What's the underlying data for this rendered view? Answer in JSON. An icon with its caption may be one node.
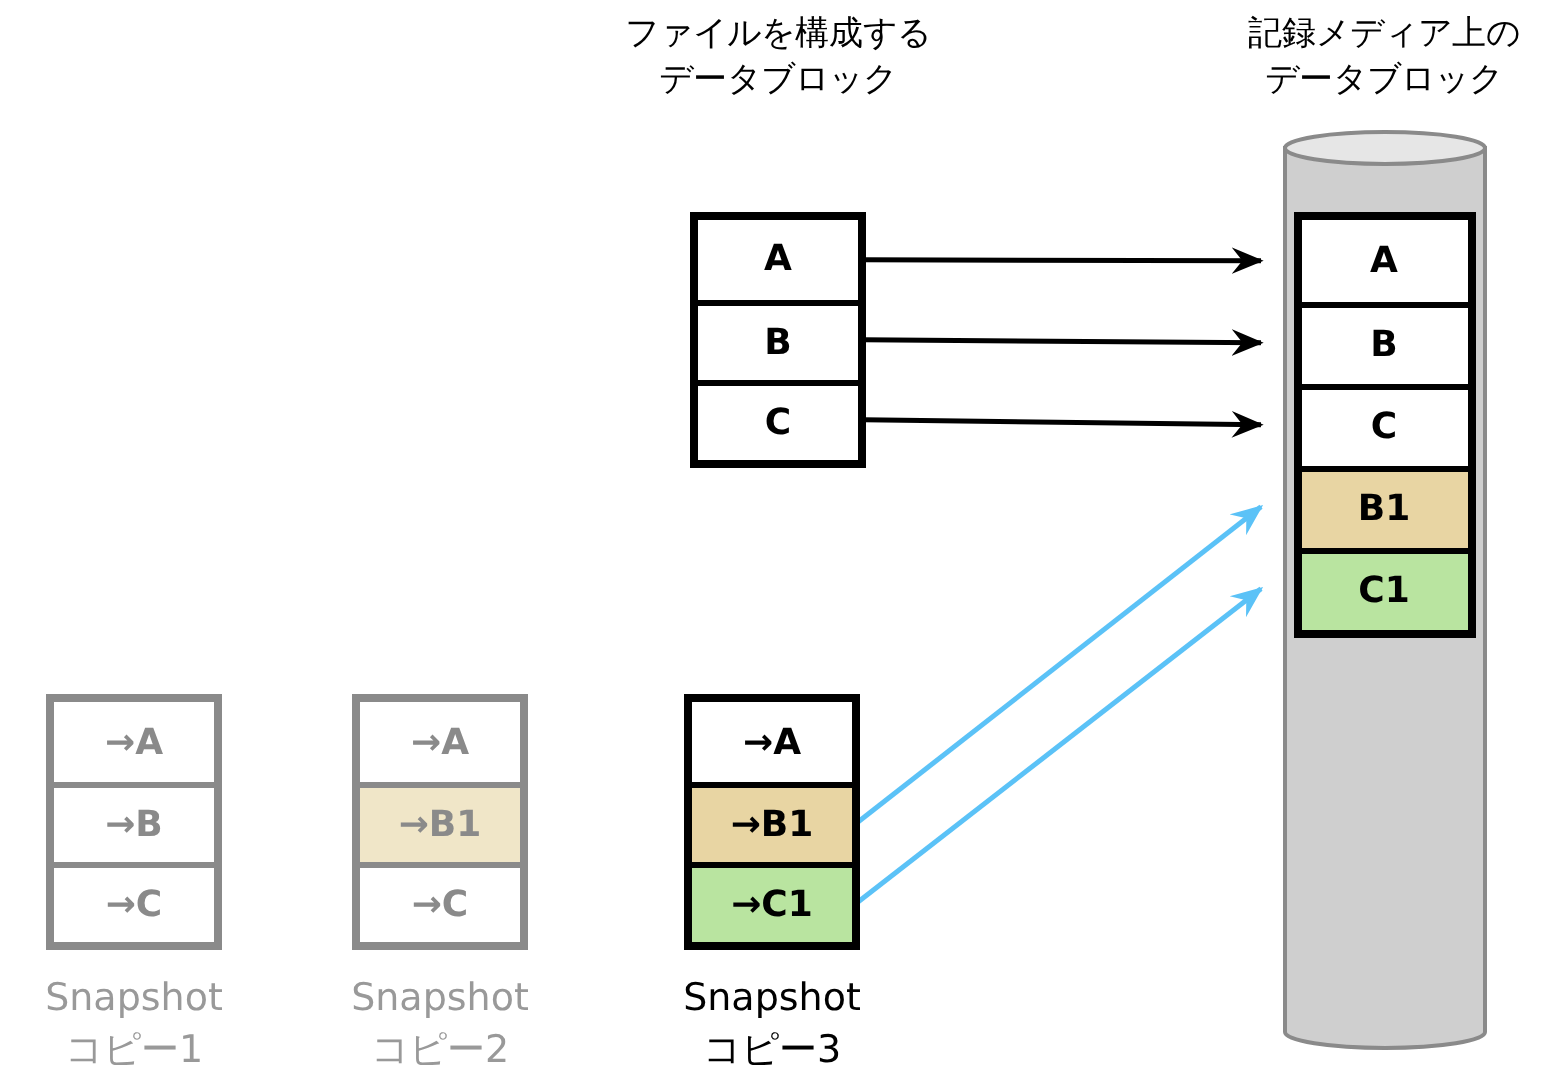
{
  "diagram": {
    "nodes": [
      {
        "text": [
          "ファイルを構成するデータブロック"
        ]
      },
      {
        "text": [
          "A"
        ],
        "in": 0
      },
      {
        "text": [
          "B"
        ],
        "in": 0
      },
      {
        "text": [
          "C"
        ],
        "in": 0
      },
      {
        "text": [
          "記録メディア上のデータブロック"
        ]
      },
      {
        "text": [
          "A"
        ],
        "in": 4
      },
      {
        "text": [
          "B"
        ],
        "in": 4
      },
      {
        "text": [
          "C"
        ],
        "in": 4
      },
      {
        "text": [
          "B1"
        ],
        "in": 4
      },
      {
        "text": [
          "C1"
        ],
        "in": 4
      },
      {
        "text": [
          "Snapshot コピー1"
        ]
      },
      {
        "text": [
          "→A"
        ],
        "in": 10
      },
      {
        "text": [
          "→B"
        ],
        "in": 10
      },
      {
        "text": [
          "→C"
        ],
        "in": 10
      },
      {
        "text": [
          "Snapshot コピー2"
        ]
      },
      {
        "text": [
          "→A"
        ],
        "in": 14
      },
      {
        "text": [
          "→B1"
        ],
        "in": 14
      },
      {
        "text": [
          "→C"
        ],
        "in": 14
      },
      {
        "text": [
          "Snapshot コピー3"
        ]
      },
      {
        "text": [
          "→A"
        ],
        "in": 18
      },
      {
        "text": [
          "→B1"
        ],
        "in": 18
      },
      {
        "text": [
          "→C1"
        ],
        "in": 18
      }
    ],
    "edges": [
      {
        "from": 1,
        "to": 5,
        "arrow": "to"
      },
      {
        "from": 2,
        "to": 6,
        "arrow": "to"
      },
      {
        "from": 3,
        "to": 7,
        "arrow": "to"
      },
      {
        "from": 20,
        "to": 8,
        "arrow": "to",
        "color": "#5bc2f7"
      },
      {
        "from": 21,
        "to": 9,
        "arrow": "to",
        "color": "#5bc2f7"
      }
    ]
  }
}
